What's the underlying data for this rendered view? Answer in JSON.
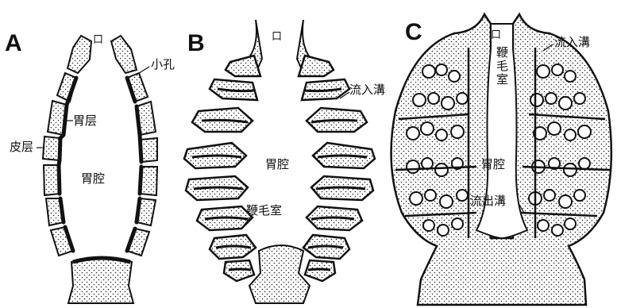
{
  "panels": [
    {
      "letter": "A",
      "labels": {
        "mouth": "口",
        "pore": "小孔",
        "stomach_layer": "胃层",
        "skin_layer": "皮层",
        "stomach_cavity": "胃腔"
      }
    },
    {
      "letter": "B",
      "labels": {
        "mouth": "口",
        "inflow_canal": "流入溝",
        "stomach_cavity": "胃腔",
        "flagellated_chamber": "鞭毛室"
      }
    },
    {
      "letter": "C",
      "labels": {
        "mouth": "口",
        "inflow_canal": "流入溝",
        "flagellated_chamber": "鞭毛室",
        "stomach_cavity": "胃腔",
        "outflow_canal": "流出溝"
      }
    }
  ],
  "colors": {
    "ink": "#111111",
    "fill": "#ffffff"
  }
}
